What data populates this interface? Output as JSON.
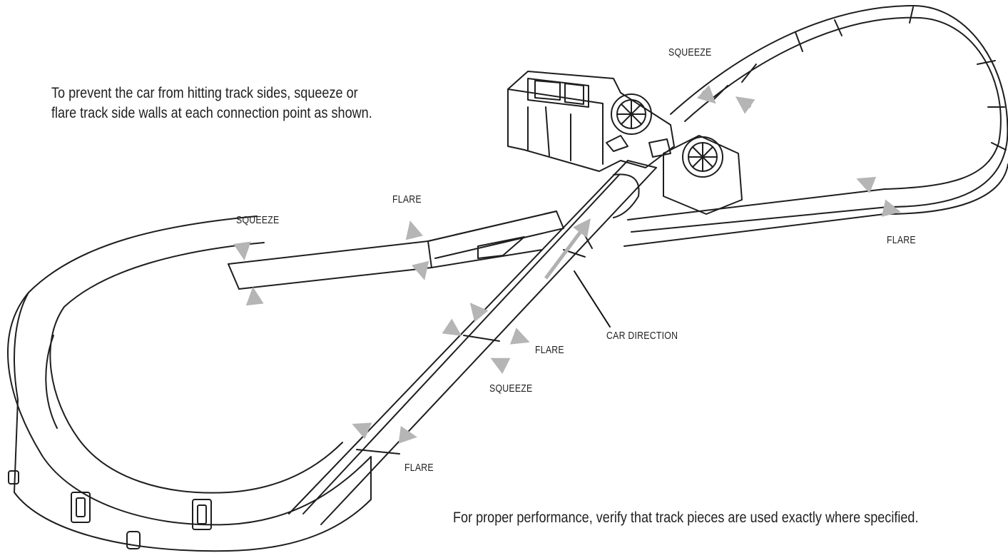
{
  "instructions": {
    "top_line1": "To prevent the car from hitting track sides, squeeze or",
    "top_line2": "flare track side walls at each connection point as shown.",
    "bottom": "For proper performance, verify that track pieces are used exactly where specified."
  },
  "labels": {
    "squeeze_top": "SQUEEZE",
    "flare_upper_left": "FLARE",
    "squeeze_left": "SQUEEZE",
    "flare_right": "FLARE",
    "flare_middle": "FLARE",
    "squeeze_middle": "SQUEEZE",
    "flare_bottom": "FLARE",
    "car_direction": "CAR DIRECTION"
  }
}
